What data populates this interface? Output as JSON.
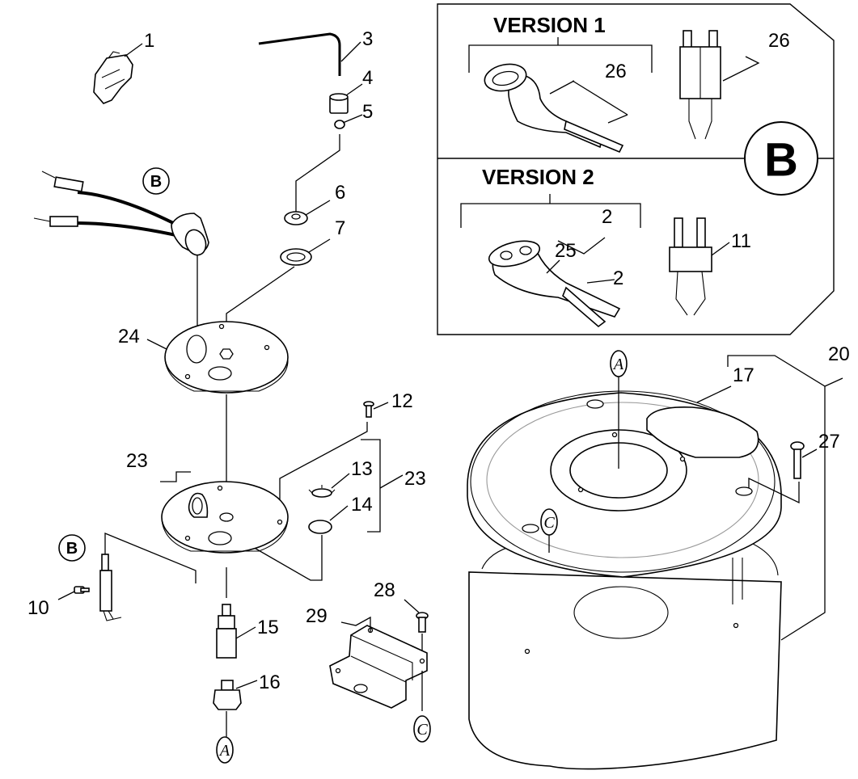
{
  "inset": {
    "version1_title": "VERSION 1",
    "version2_title": "VERSION 2",
    "badge_letter": "B"
  },
  "refs": {
    "b_upper": "B",
    "b_lower": "B",
    "a_top": "A",
    "a_bottom": "A",
    "c_ring": "C",
    "c_bracket": "C"
  },
  "labels": {
    "p1": "1",
    "p2a": "2",
    "p2b": "2",
    "p3": "3",
    "p4": "4",
    "p5": "5",
    "p6": "6",
    "p7": "7",
    "p10": "10",
    "p11": "11",
    "p12": "12",
    "p13": "13",
    "p14": "14",
    "p15": "15",
    "p16": "16",
    "p17": "17",
    "p20": "20",
    "p23a": "23",
    "p23b": "23",
    "p24": "24",
    "p25": "25",
    "p26a": "26",
    "p26b": "26",
    "p27": "27",
    "p28": "28",
    "p29": "29"
  }
}
